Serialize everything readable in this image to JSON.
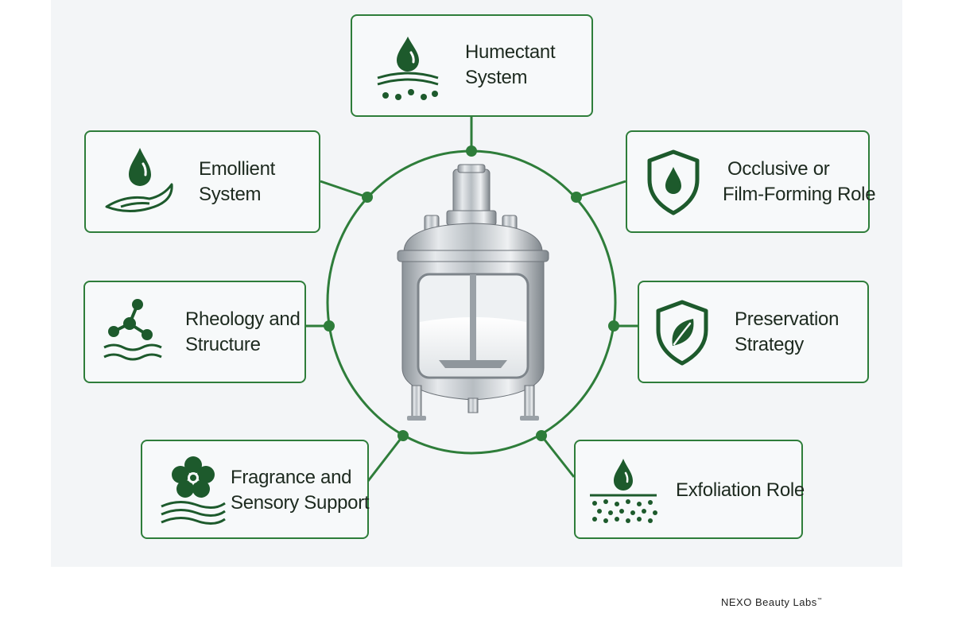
{
  "colors": {
    "accent": "#2e7d3a",
    "icon": "#1d5a2c",
    "panel": "#f3f5f7"
  },
  "center": {
    "name": "stainless-steel-mixing-vessel"
  },
  "nodes": {
    "humectant": {
      "lines": [
        "Humectant",
        "System"
      ],
      "icon": "droplet-layers-icon"
    },
    "emollient": {
      "lines": [
        "Emollient",
        "System"
      ],
      "icon": "droplet-hand-icon"
    },
    "occlusive": {
      "lines": [
        "Occlusive or",
        "Film-Forming Role"
      ],
      "icon": "shield-droplet-icon"
    },
    "rheology": {
      "lines": [
        "Rheology and",
        "Structure"
      ],
      "icon": "molecule-waves-icon"
    },
    "preservation": {
      "lines": [
        "Preservation",
        "Strategy"
      ],
      "icon": "shield-leaf-icon"
    },
    "fragrance": {
      "lines": [
        "Fragrance and",
        "Sensory Support"
      ],
      "icon": "flower-waves-icon"
    },
    "exfoliation": {
      "lines": [
        "Exfoliation Role"
      ],
      "icon": "droplet-particles-icon"
    }
  },
  "brand": {
    "name": "NEXO Beauty Labs",
    "mark": "™"
  }
}
